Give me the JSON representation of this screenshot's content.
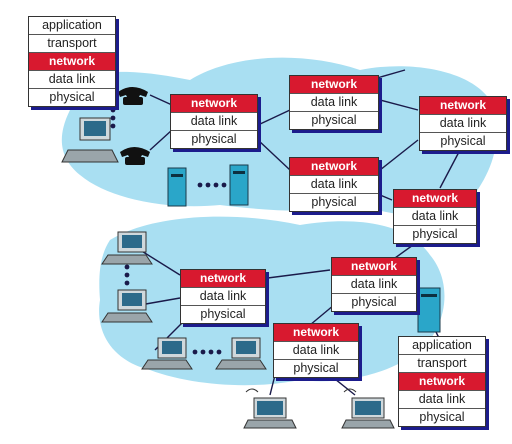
{
  "colors": {
    "cloud": "#a9dff2",
    "network_layer": "#d8192f",
    "link": "#1a1a4a",
    "host_screen": "#2c6a8a"
  },
  "stacks": [
    {
      "id": "host-top",
      "layers": [
        "application",
        "transport",
        "network",
        "data link",
        "physical"
      ]
    },
    {
      "id": "router-a",
      "layers": [
        "network",
        "data link",
        "physical"
      ]
    },
    {
      "id": "router-b",
      "layers": [
        "network",
        "data link",
        "physical"
      ]
    },
    {
      "id": "router-c",
      "layers": [
        "network",
        "data link",
        "physical"
      ]
    },
    {
      "id": "router-d",
      "layers": [
        "network",
        "data link",
        "physical"
      ]
    },
    {
      "id": "router-e",
      "layers": [
        "network",
        "data link",
        "physical"
      ]
    },
    {
      "id": "router-f",
      "layers": [
        "network",
        "data link",
        "physical"
      ]
    },
    {
      "id": "router-g",
      "layers": [
        "network",
        "data link",
        "physical"
      ]
    },
    {
      "id": "router-h",
      "layers": [
        "network",
        "data link",
        "physical"
      ]
    },
    {
      "id": "host-bottom",
      "layers": [
        "application",
        "transport",
        "network",
        "data link",
        "physical"
      ]
    }
  ],
  "icons": [
    "telephone-icon",
    "telephone-icon",
    "computer-icon",
    "server-icon",
    "server-icon",
    "computer-icon",
    "computer-icon",
    "computer-icon",
    "computer-icon",
    "server-icon",
    "laptop-icon",
    "laptop-icon"
  ]
}
